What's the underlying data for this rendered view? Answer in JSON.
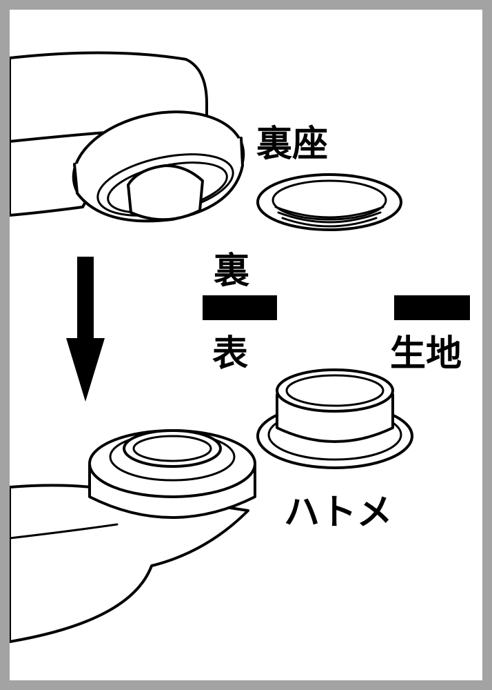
{
  "labels": {
    "back_seat": "裏座",
    "back": "裏",
    "front": "表",
    "fabric": "生地",
    "eyelet": "ハトメ"
  },
  "colors": {
    "frame": "#a3a3a3",
    "ink": "#000000"
  }
}
